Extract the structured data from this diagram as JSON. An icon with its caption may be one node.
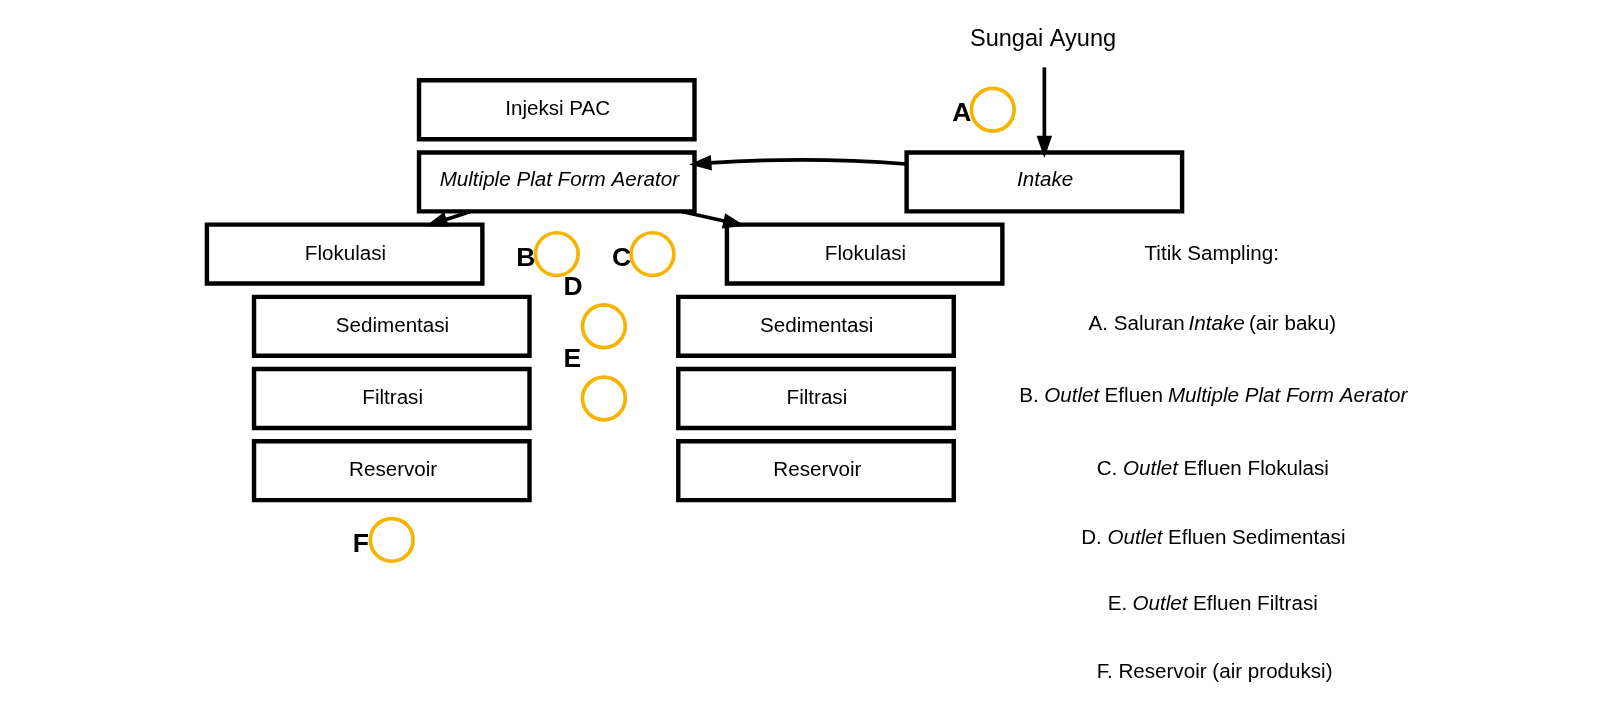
{
  "diagram": {
    "nodes": [
      {
        "text": [
          "Sungai Ayung"
        ]
      },
      {
        "text": [
          "Injeksi PAC"
        ]
      },
      {
        "text": [
          "Multiple Plat Form Aerator"
        ]
      },
      {
        "text": [
          "Intake"
        ]
      },
      {
        "text": [
          "Flokulasi"
        ]
      },
      {
        "text": [
          "Sedimentasi"
        ]
      },
      {
        "text": [
          "Filtrasi"
        ]
      },
      {
        "text": [
          "Reservoir"
        ]
      },
      {
        "text": [
          "Flokulasi"
        ]
      },
      {
        "text": [
          "Sedimentasi"
        ]
      },
      {
        "text": [
          "Filtrasi"
        ]
      },
      {
        "text": [
          "Reservoir"
        ]
      },
      {
        "text": [],
        "shape": "circle",
        "beside": [
          "A"
        ]
      },
      {
        "text": [],
        "shape": "circle",
        "beside": [
          "B"
        ]
      },
      {
        "text": [],
        "shape": "circle",
        "beside": [
          "C"
        ]
      },
      {
        "text": [],
        "shape": "circle",
        "beside": [
          "D"
        ]
      },
      {
        "text": [],
        "shape": "circle",
        "beside": [
          "E"
        ]
      },
      {
        "text": [],
        "shape": "circle",
        "beside": [
          "F"
        ]
      }
    ],
    "edges": [
      {
        "from": 0,
        "to": 3,
        "arrow": "to"
      },
      {
        "from": 3,
        "to": 2,
        "arrow": "to"
      },
      {
        "from": 2,
        "to": 4,
        "arrow": "to"
      },
      {
        "from": 2,
        "to": 8,
        "arrow": "to"
      }
    ],
    "labels": [
      "Titik Sampling:",
      "A. Saluran *Intake* (air baku)",
      "B. *Outlet* Efluen *Multiple Plat Form Aerator*",
      "C. *Outlet* Efluen Flokulasi",
      "D. *Outlet* Efluen Sedimentasi",
      "E. *Outlet* Efluen Filtrasi",
      "F. Reservoir (air produksi)"
    ]
  }
}
